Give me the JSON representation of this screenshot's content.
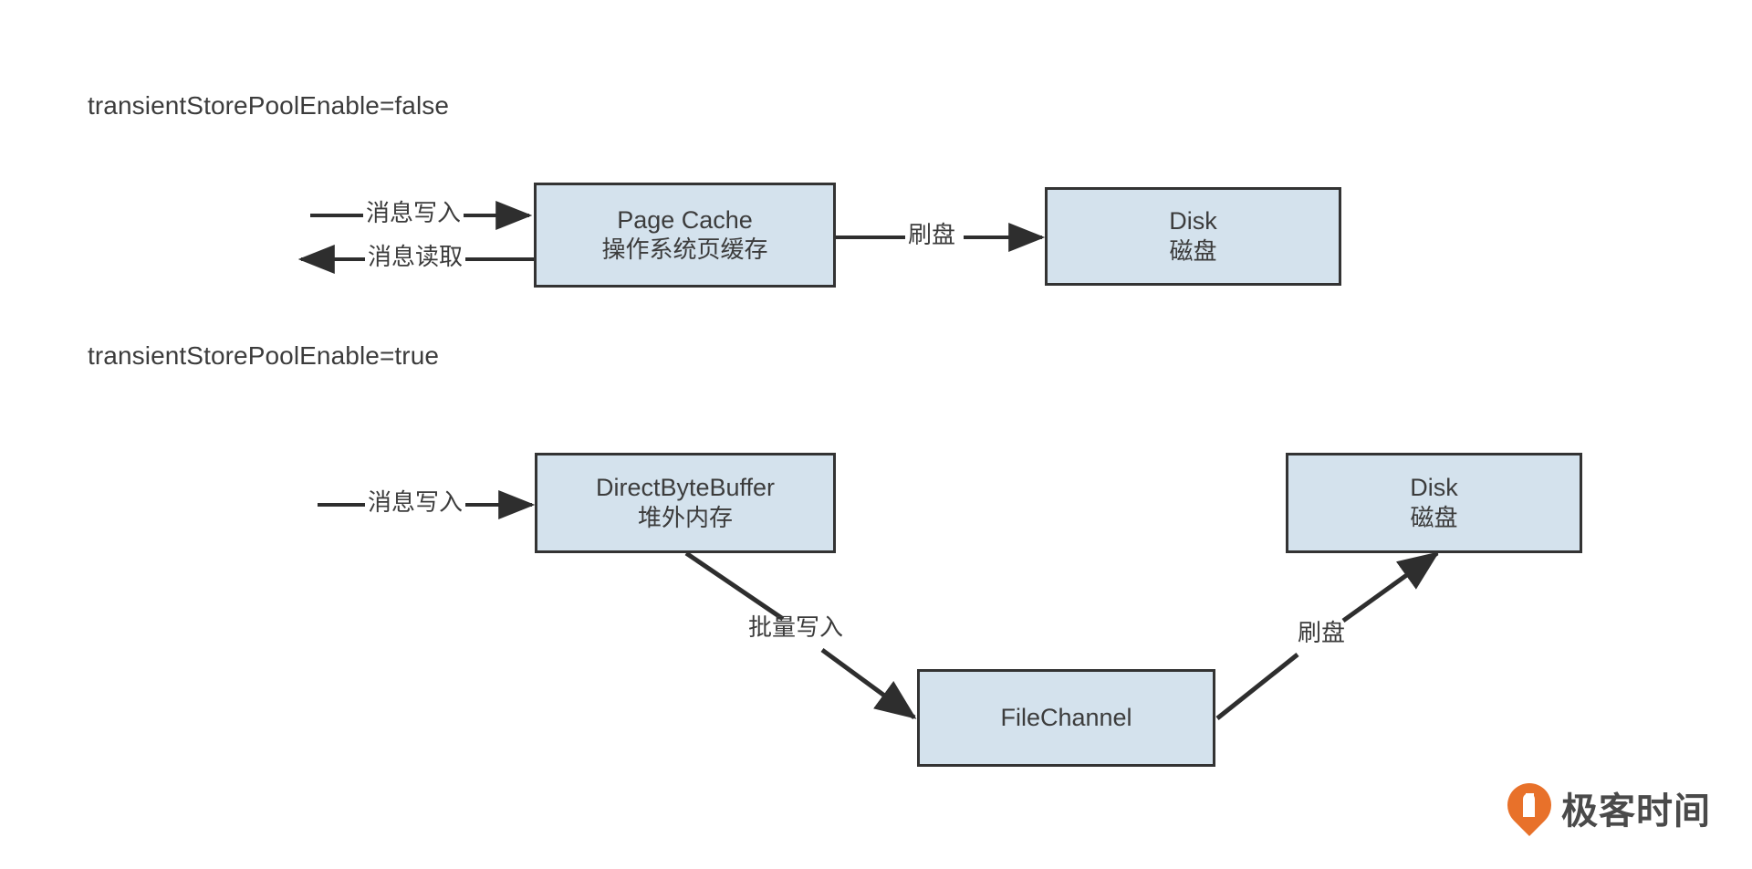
{
  "sections": [
    {
      "id": "transient-disabled",
      "title": "transientStorePoolEnable=false",
      "nodes": [
        {
          "id": "page-cache",
          "lines": [
            "Page Cache",
            "操作系统页缓存"
          ]
        },
        {
          "id": "disk-1",
          "lines": [
            "Disk",
            "磁盘"
          ]
        }
      ],
      "edges": [
        {
          "id": "msg-write-1",
          "label": "消息写入"
        },
        {
          "id": "msg-read-1",
          "label": "消息读取"
        },
        {
          "id": "flush-1",
          "label": "刷盘"
        }
      ]
    },
    {
      "id": "transient-enabled",
      "title": "transientStorePoolEnable=true",
      "nodes": [
        {
          "id": "direct-byte-buffer",
          "lines": [
            "DirectByteBuffer",
            "堆外内存"
          ]
        },
        {
          "id": "disk-2",
          "lines": [
            "Disk",
            "磁盘"
          ]
        },
        {
          "id": "file-channel",
          "lines": [
            "FileChannel"
          ]
        }
      ],
      "edges": [
        {
          "id": "msg-write-2",
          "label": "消息写入"
        },
        {
          "id": "batch-write",
          "label": "批量写入"
        },
        {
          "id": "flush-2",
          "label": "刷盘"
        }
      ]
    }
  ],
  "branding": {
    "name": "极客时间",
    "icon": "location-pin-icon"
  },
  "colors": {
    "node_fill": "#d4e2ed",
    "node_stroke": "#333333",
    "text": "#3c3c3c",
    "brand_orange": "#e8712a",
    "brand_text": "#4a4a4a",
    "background": "#ffffff"
  }
}
